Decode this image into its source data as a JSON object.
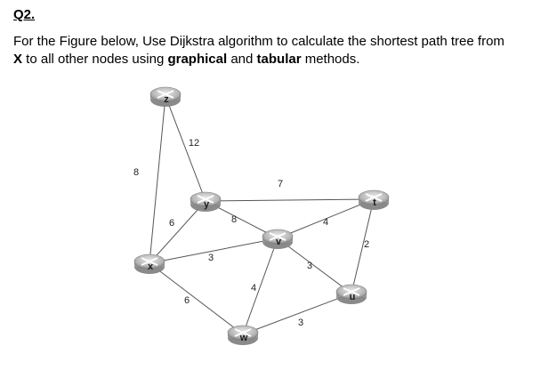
{
  "question": {
    "title": "Q2.",
    "line1_pre": "For the Figure below, Use Dijkstra algorithm to calculate the shortest path tree from",
    "line2_bold1": "X",
    "line2_mid1": " to all other nodes using ",
    "line2_bold2": "graphical",
    "line2_mid2": " and ",
    "line2_bold3": "tabular",
    "line2_end": " methods."
  },
  "graph": {
    "nodes": [
      {
        "id": "z",
        "label": "z"
      },
      {
        "id": "y",
        "label": "y"
      },
      {
        "id": "t",
        "label": "t"
      },
      {
        "id": "v",
        "label": "v"
      },
      {
        "id": "x",
        "label": "x"
      },
      {
        "id": "u",
        "label": "u"
      },
      {
        "id": "w",
        "label": "w"
      }
    ],
    "edges": [
      {
        "from": "z",
        "to": "y",
        "weight": "12"
      },
      {
        "from": "z",
        "to": "x",
        "weight": "8"
      },
      {
        "from": "y",
        "to": "t",
        "weight": "7"
      },
      {
        "from": "y",
        "to": "x",
        "weight": "6"
      },
      {
        "from": "y",
        "to": "v",
        "weight": "8"
      },
      {
        "from": "t",
        "to": "v",
        "weight": "4"
      },
      {
        "from": "t",
        "to": "u",
        "weight": "2"
      },
      {
        "from": "x",
        "to": "v",
        "weight": "3"
      },
      {
        "from": "x",
        "to": "w",
        "weight": "6"
      },
      {
        "from": "v",
        "to": "w",
        "weight": "4"
      },
      {
        "from": "v",
        "to": "u",
        "weight": "3"
      },
      {
        "from": "w",
        "to": "u",
        "weight": "3"
      }
    ]
  }
}
